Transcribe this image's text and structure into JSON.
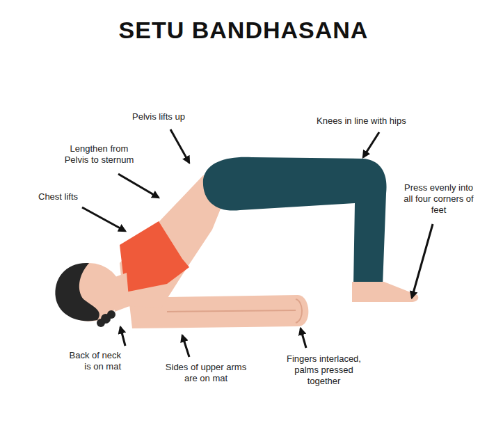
{
  "diagram": {
    "title": "SETU BANDHASANA",
    "labels": [
      "Pelvis lifts up",
      "Knees in line with hips",
      "Lengthen from Pelvis to sternum",
      "Chest lifts",
      "Press evenly into all four corners of feet",
      "Back of neck is on mat",
      "Sides of upper arms are on mat",
      "Fingers interlaced, palms pressed together"
    ]
  }
}
